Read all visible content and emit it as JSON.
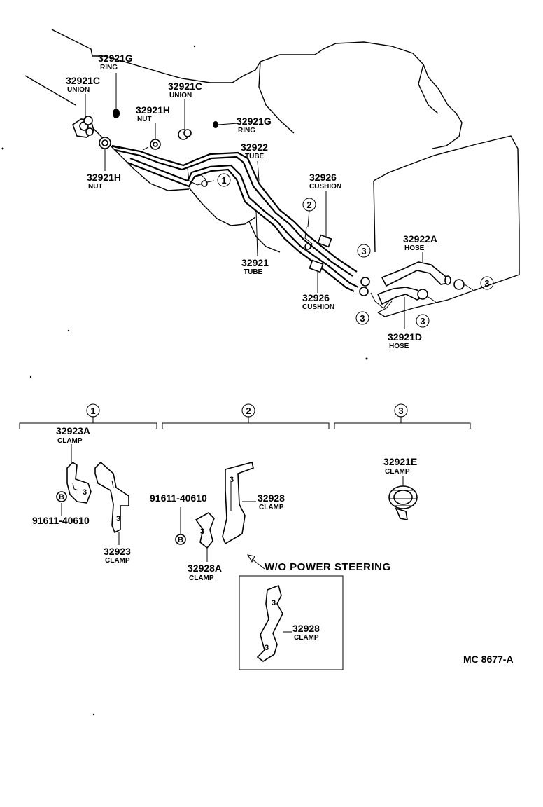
{
  "diagram_id": "MC 8677-A",
  "circled_marks": {
    "one": "1",
    "two": "2",
    "three": "3",
    "b": "B"
  },
  "upper_labels": {
    "ring_top": {
      "number": "32921G",
      "name": "RING"
    },
    "union_left": {
      "number": "32921C",
      "name": "UNION"
    },
    "union_mid": {
      "number": "32921C",
      "name": "UNION"
    },
    "nut_mid": {
      "number": "32921H",
      "name": "NUT"
    },
    "ring_mid": {
      "number": "32921G",
      "name": "RING"
    },
    "tube_upper": {
      "number": "32922",
      "name": "TUBE"
    },
    "nut_low": {
      "number": "32921H",
      "name": "NUT"
    },
    "cushion_upper": {
      "number": "32926",
      "name": "CUSHION"
    },
    "tube_lower": {
      "number": "32921",
      "name": "TUBE"
    },
    "hose_upper": {
      "number": "32922A",
      "name": "HOSE"
    },
    "cushion_lower": {
      "number": "32926",
      "name": "CUSHION"
    },
    "hose_lower": {
      "number": "32921D",
      "name": "HOSE"
    }
  },
  "lower_labels": {
    "clamp_23a": {
      "number": "32923A",
      "name": "CLAMP"
    },
    "bolt_1": {
      "number": "91611-40610"
    },
    "clamp_23": {
      "number": "32923",
      "name": "CLAMP"
    },
    "bolt_2": {
      "number": "91611-40610"
    },
    "clamp_28": {
      "number": "32928",
      "name": "CLAMP"
    },
    "clamp_28a": {
      "number": "32928A",
      "name": "CLAMP"
    },
    "clamp_21e": {
      "number": "32921E",
      "name": "CLAMP"
    },
    "wo_power_steering": "W/O POWER STEERING",
    "clamp_28_inset": {
      "number": "32928",
      "name": "CLAMP"
    }
  }
}
